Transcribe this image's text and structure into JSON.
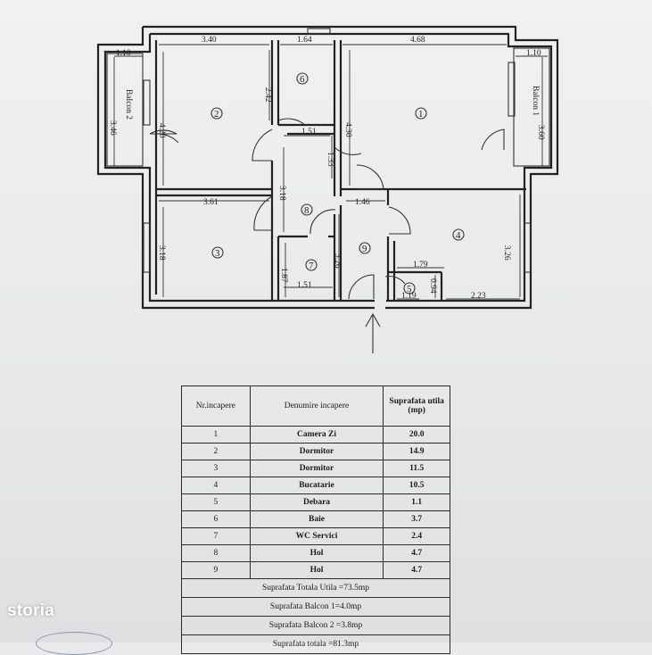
{
  "plan": {
    "rooms": [
      "1",
      "2",
      "3",
      "4",
      "5",
      "6",
      "7",
      "8",
      "9"
    ],
    "balcony1": "Balcon 1",
    "balcony2": "Balcon 2",
    "dims": {
      "d340": "3.40",
      "d164": "1.64",
      "d468": "4.68",
      "d110a": "1.10",
      "d110b": "1.10",
      "d346": "3.46",
      "d420": "4.20",
      "d242": "2.42",
      "d430": "4.30",
      "d360": "3.60",
      "d151a": "1.51",
      "d133": "1.33",
      "d318a": "3.18",
      "d361": "3.61",
      "d146": "1.46",
      "d318b": "3.18",
      "d326a": "3.26",
      "d326b": "3.26",
      "d187": "1.87",
      "d151b": "1.51",
      "d179": "1.79",
      "d094": "0.94",
      "d119": "1.19",
      "d223": "2.23"
    }
  },
  "table": {
    "headers": [
      "Nr.incapere",
      "Denumire incapere",
      "Suprafata utila (mp)"
    ],
    "rows": [
      {
        "nr": "1",
        "name": "Camera Zi",
        "area": "20.0"
      },
      {
        "nr": "2",
        "name": "Dormitor",
        "area": "14.9"
      },
      {
        "nr": "3",
        "name": "Dormitor",
        "area": "11.5"
      },
      {
        "nr": "4",
        "name": "Bucatarie",
        "area": "10.5"
      },
      {
        "nr": "5",
        "name": "Debara",
        "area": "1.1"
      },
      {
        "nr": "6",
        "name": "Baie",
        "area": "3.7"
      },
      {
        "nr": "7",
        "name": "WC Servici",
        "area": "2.4"
      },
      {
        "nr": "8",
        "name": "Hol",
        "area": "4.7"
      },
      {
        "nr": "9",
        "name": "Hol",
        "area": "4.7"
      }
    ],
    "totals": [
      "Suprafata Totala Utila =73.5mp",
      "Suprafata Balcon 1=4.0mp",
      "Suprafata Balcon 2 =3.8mp",
      "Suprafata totala =81.3mp"
    ]
  },
  "brand": "storia"
}
